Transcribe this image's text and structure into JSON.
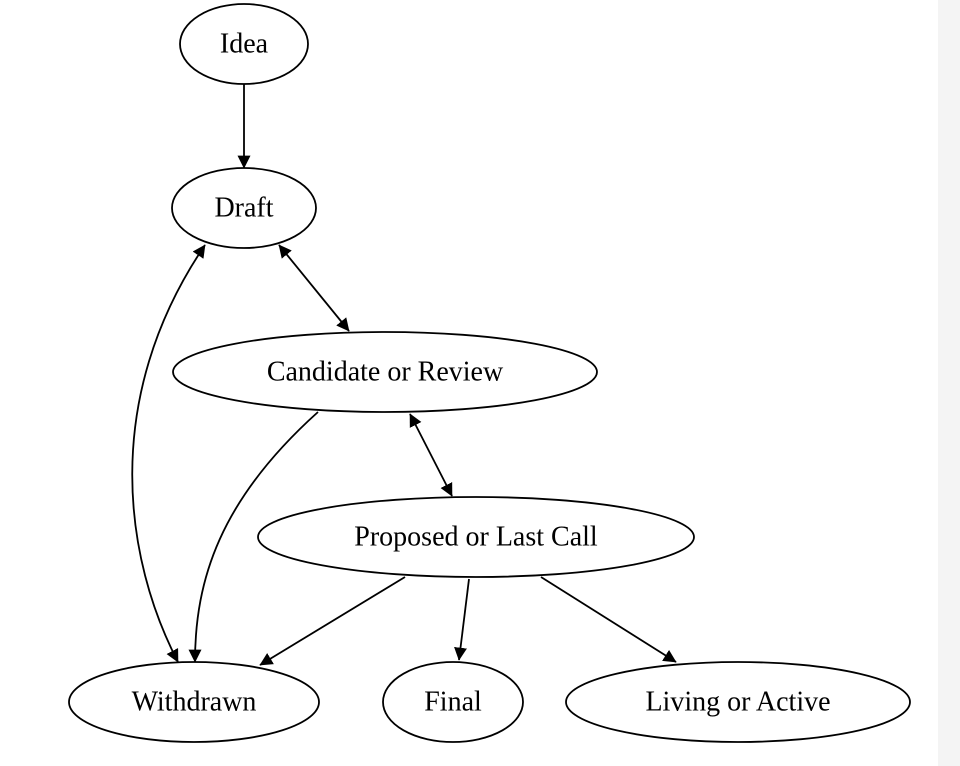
{
  "colors": {
    "background": "#ffffff",
    "stroke": "#000000",
    "text": "#000000",
    "right_strip": "#f4f4f4"
  },
  "nodes": {
    "idea": "Idea",
    "draft": "Draft",
    "candidate": "Candidate or Review",
    "proposed": "Proposed or Last Call",
    "withdrawn": "Withdrawn",
    "final": "Final",
    "living": "Living or Active"
  },
  "edges": [
    {
      "from": "idea",
      "to": "draft",
      "direction": "forward"
    },
    {
      "from": "draft",
      "to": "candidate",
      "direction": "both"
    },
    {
      "from": "draft",
      "to": "withdrawn",
      "direction": "both"
    },
    {
      "from": "candidate",
      "to": "withdrawn",
      "direction": "forward"
    },
    {
      "from": "candidate",
      "to": "proposed",
      "direction": "both"
    },
    {
      "from": "proposed",
      "to": "withdrawn",
      "direction": "forward"
    },
    {
      "from": "proposed",
      "to": "final",
      "direction": "forward"
    },
    {
      "from": "proposed",
      "to": "living",
      "direction": "forward"
    }
  ]
}
